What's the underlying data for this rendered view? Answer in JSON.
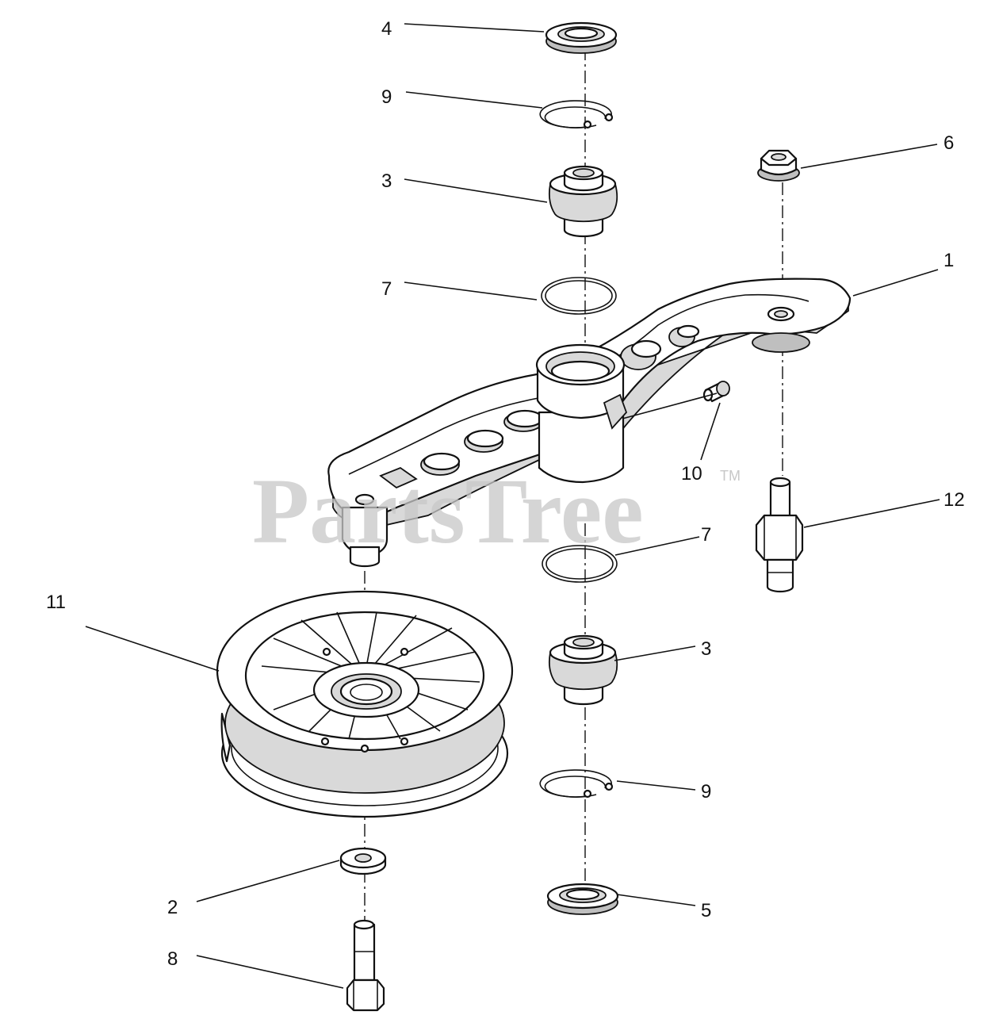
{
  "watermark": {
    "text": "PartsTree",
    "trademark": "TM"
  },
  "callouts": {
    "c1": "1",
    "c2": "2",
    "c3_upper": "3",
    "c3_lower": "3",
    "c4": "4",
    "c5": "5",
    "c6": "6",
    "c7_upper": "7",
    "c7_lower": "7",
    "c8": "8",
    "c9_upper": "9",
    "c9_lower": "9",
    "c10": "10",
    "c11": "11",
    "c12": "12"
  }
}
